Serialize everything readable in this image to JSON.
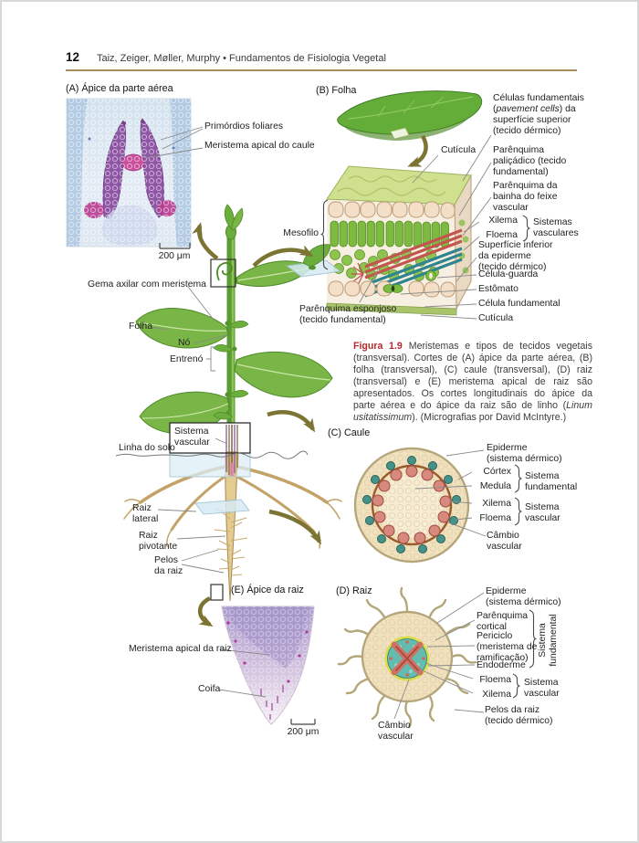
{
  "page": {
    "number": "12",
    "header_text": "Taiz, Zeiger, Møller, Murphy • Fundamentos de Fisiologia Vegetal"
  },
  "panel_a": {
    "title": "(A) Ápice da parte aérea",
    "labels": {
      "primordios": "Primórdios foliares",
      "meristema": "Meristema apical do caule"
    },
    "scale_bar": "200 μm"
  },
  "panel_b": {
    "title": "(B) Folha",
    "labels": {
      "cuticula_superior": "Cutícula",
      "celulas_fundamentais_1": "Células fundamentais (",
      "celulas_fundamentais_italic": "pavement cells",
      "celulas_fundamentais_2": ") da superfície superior (tecido dérmico)",
      "parenquima_palicadico": "Parênquima\npaliçádico (tecido\nfundamental)",
      "parenquima_bainha": "Parênquima da\nbainha do feixe\nvascular",
      "xilema": "Xilema",
      "floema": "Floema",
      "sistemas_vasculares": "Sistemas\nvasculares",
      "superficie_inferior": "Superfície inferior\nda epiderme\n(tecido dérmico)",
      "celula_guarda": "Célula-guarda",
      "estomato": "Estômato",
      "celula_fundamental": "Célula fundamental",
      "cuticula_inferior": "Cutícula",
      "mesofilo": "Mesofilo",
      "parenquima_esponjoso": "Parênquima esponjoso\n(tecido fundamental)"
    }
  },
  "caption": {
    "figure_label": "Figura 1.9",
    "text_1": "Meristemas e tipos de tecidos vegetais (transversal). Cortes de (A) ápice da parte aérea, (B) folha (transversal), (C) caule (transversal), (D) raiz (transversal) e (E) meristema apical de raiz são apresentados. Os cortes longitudinais do ápice da parte aérea e do ápice da raiz são de linho (",
    "text_italic": "Linum usitatissimum",
    "text_2": "). (Micrografias por David McIntyre.)"
  },
  "plant": {
    "labels": {
      "gema": "Gema axilar com meristema",
      "folha": "Folha",
      "no": "Nó",
      "entreno": "Entrenó",
      "sistema_vascular": "Sistema\nvascular",
      "linha_solo": "Linha do solo",
      "raiz_lateral": "Raiz\nlateral",
      "raiz_pivotante": "Raiz\npivotante",
      "pelos_raiz": "Pelos\nda raiz"
    }
  },
  "panel_c": {
    "title": "(C) Caule",
    "labels": {
      "epiderme": "Epiderme\n(sistema dérmico)",
      "cortex": "Córtex",
      "medula": "Medula",
      "sistema_fundamental": "Sistema\nfundamental",
      "xilema": "Xilema",
      "floema": "Floema",
      "sistema_vascular": "Sistema\nvascular",
      "cambio": "Câmbio\nvascular"
    }
  },
  "panel_d": {
    "title": "(D) Raiz",
    "labels": {
      "epiderme": "Epiderme\n(sistema dérmico)",
      "parenquima_cortical": "Parênquima\ncortical",
      "periciclo": "Periciclo\n(meristema de\nramificação)",
      "endoderme": "Endoderme",
      "sistema_fundamental": "Sistema\nfundamental",
      "floema": "Floema",
      "xilema": "Xilema",
      "sistema_vascular": "Sistema\nvascular",
      "pelos_raiz": "Pelos da raiz\n(tecido dérmico)",
      "cambio": "Câmbio\nvascular"
    }
  },
  "panel_e": {
    "title": "(E) Ápice da raiz",
    "labels": {
      "meristema": "Meristema apical da raiz",
      "coifa": "Coifa"
    },
    "scale_bar": "200 μm"
  },
  "colors": {
    "figure_label_red": "#b5282e",
    "arrow_olive": "#7c7433",
    "header_rule_tan": "#a58d60"
  }
}
